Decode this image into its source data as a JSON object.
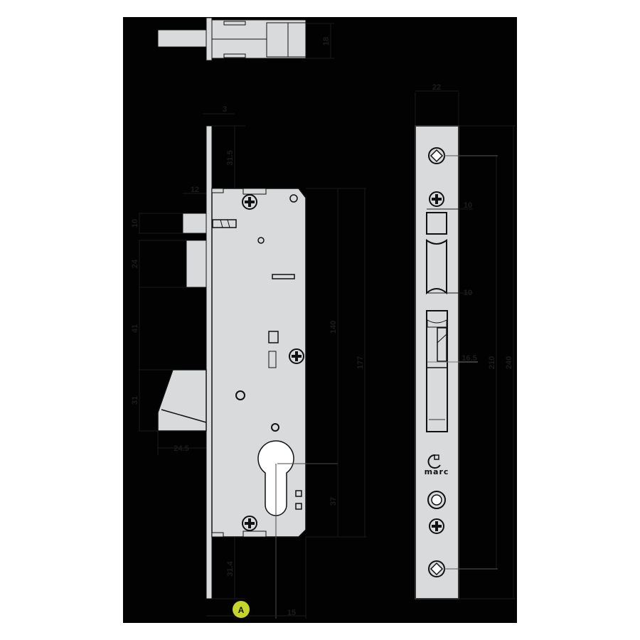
{
  "drawing": {
    "background": "#020202",
    "part_fill": "#d9dadb",
    "outline": "#111111",
    "dim_line": "#1a1a1a",
    "badge_color": "#c5d52a"
  },
  "top_view": {
    "dimensions": {
      "height": "18"
    }
  },
  "side_view": {
    "dimensions": {
      "faceplate_thickness": "3",
      "top_to_case": "31.5",
      "latch_projection": "12",
      "deadbolt_height": "10",
      "roller_height": "24",
      "roller_to_latch": "41",
      "latch_height": "31",
      "latch_projection_bottom": "24.5",
      "case_height": "140",
      "faceplate_case_height": "177",
      "cylinder_center_to_bottom": "37",
      "bottom_to_case": "31.4",
      "backset": "15"
    },
    "badge": "A"
  },
  "front_view": {
    "dimensions": {
      "faceplate_width": "22",
      "deadbolt_width": "10",
      "roller_width": "10",
      "latch_offset": "16.5",
      "screw_distance": "210",
      "faceplate_length": "240"
    },
    "brand": "marc"
  }
}
